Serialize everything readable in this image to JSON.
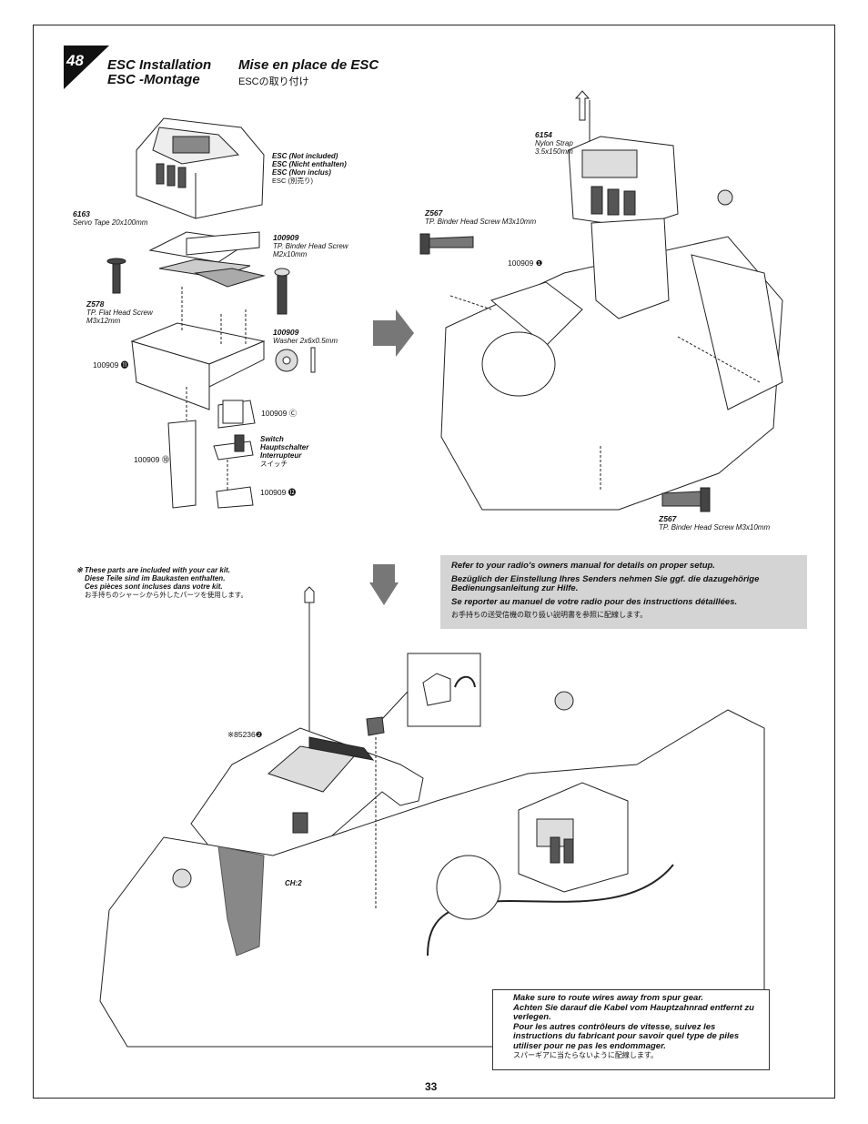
{
  "page_number": "33",
  "step": {
    "number": "48",
    "title_en": "ESC Installation",
    "title_de": "ESC -Montage",
    "title_fr": "Mise en place de ESC",
    "title_jp": "ESCの取り付け"
  },
  "parts": {
    "esc": {
      "l1": "ESC (Not included)",
      "l2": "ESC (Nicht enthalten)",
      "l3": "ESC (Non inclus)",
      "jp": "ESC (別売り)"
    },
    "servo_tape": {
      "num": "6163",
      "name": "Servo Tape 20x100mm"
    },
    "binder_screw_2": {
      "num": "100909",
      "name1": "TP. Binder Head Screw",
      "name2": "M2x10mm"
    },
    "flat_screw": {
      "num": "Z578",
      "name1": "TP. Flat Head Screw",
      "name2": "M3x12mm"
    },
    "washer": {
      "num": "100909",
      "name": "Washer 2x6x0.5mm"
    },
    "switch": {
      "l1": "Switch",
      "l2": "Hauptschalter",
      "l3": "Interrupteur",
      "jp": "スイッチ"
    },
    "nylon_strap": {
      "num": "6154",
      "name1": "Nylon Strap",
      "name2": "3.5x150mm"
    },
    "binder_screw_top": {
      "num": "Z567",
      "name": "TP. Binder Head Screw M3x10mm"
    },
    "binder_screw_bottom": {
      "num": "Z567",
      "name": "TP. Binder Head Screw M3x10mm"
    }
  },
  "refs": {
    "r11": "100909 ⓫",
    "rC": "100909 Ⓒ",
    "r10": "100909 ⓾",
    "r12": "100909 ⓬",
    "r1": "100909 ❶",
    "body": "※85236❷",
    "ch2": "CH:2"
  },
  "kit_note": {
    "l1": "※ These parts are included with your car kit.",
    "l2": "Diese Teile sind im Baukasten enthalten.",
    "l3": "Ces pièces sont incluses dans votre kit.",
    "jp": "お手持ちのシャーシから外したパーツを使用します。"
  },
  "radio_note": {
    "en": "Refer to your radio's owners manual for details on proper setup.",
    "de": "Bezüglich der Einstellung Ihres Senders nehmen Sie ggf. die dazugehörige Bedienungsanleitung zur Hilfe.",
    "fr": "Se reporter au manuel de votre radio pour des instructions détaillées.",
    "jp": "お手持ちの送受信機の取り扱い説明書を参照に配線します。"
  },
  "warning": {
    "en": "Make sure to route wires away from spur gear.",
    "de": "Achten Sie darauf die Kabel vom Hauptzahnrad entfernt zu verlegen.",
    "fr": "Pour les autres contrôleurs de vitesse, suivez les instructions du fabricant pour savoir quel type de piles utiliser pour ne pas les endommager.",
    "jp": "スパーギアに当たらないように配線します。"
  }
}
